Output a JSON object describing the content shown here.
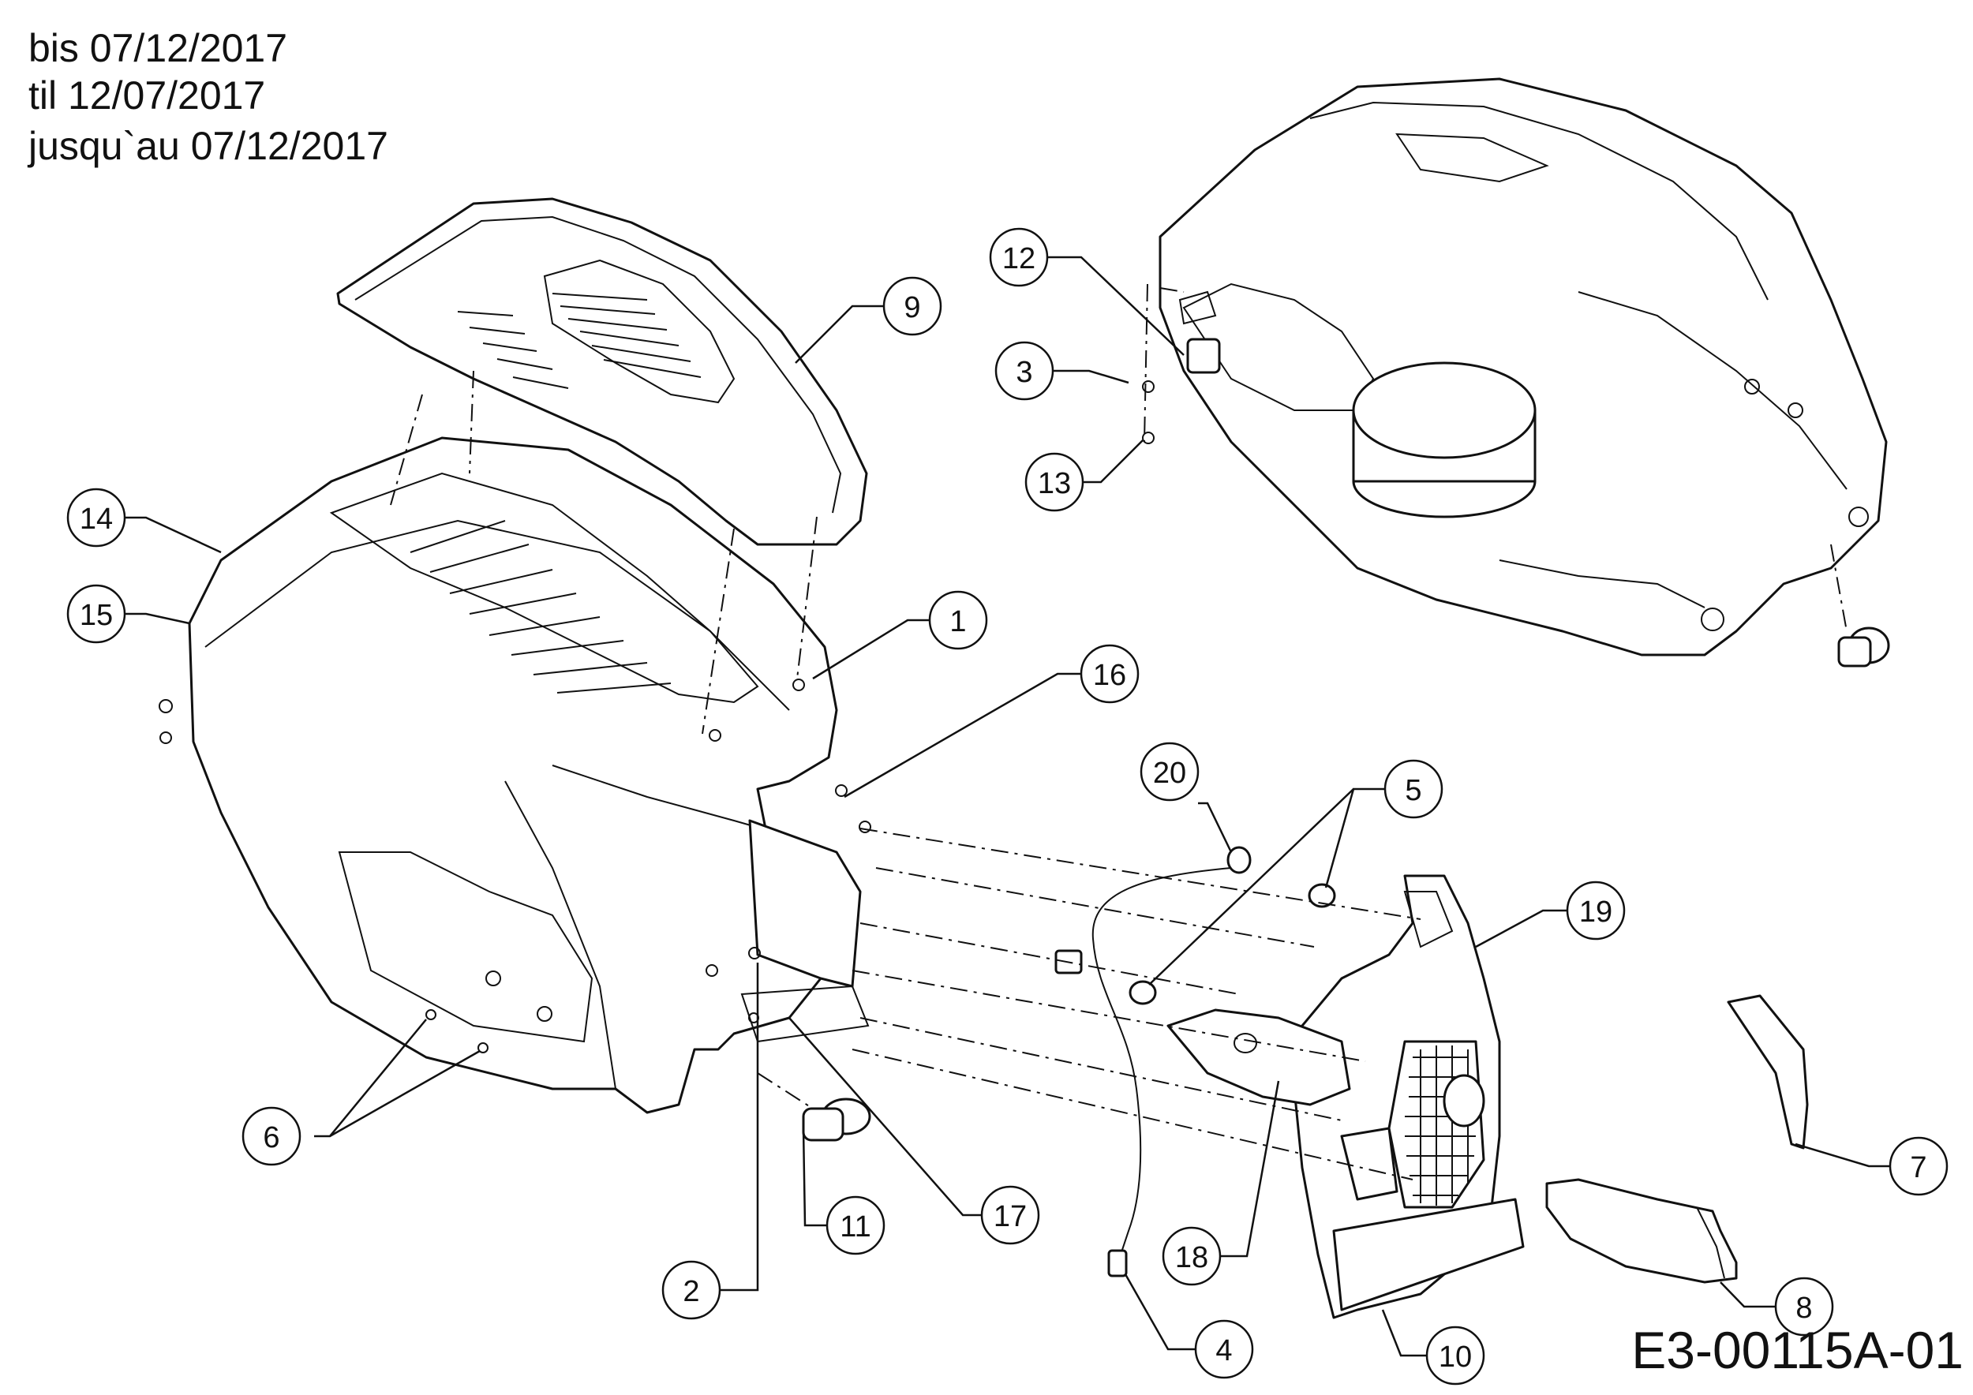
{
  "header": {
    "line1": "bis 07/12/2017",
    "line2": "til 12/07/2017",
    "line3": "jusqu`au 07/12/2017"
  },
  "drawing_code": "E3-00115A-01",
  "callouts": {
    "c1": "1",
    "c2": "2",
    "c3": "3",
    "c4": "4",
    "c5": "5",
    "c6": "6",
    "c7": "7",
    "c8": "8",
    "c9": "9",
    "c10": "10",
    "c11": "11",
    "c12": "12",
    "c13": "13",
    "c14": "14",
    "c15": "15",
    "c16": "16",
    "c17": "17",
    "c18": "18",
    "c19": "19",
    "c20": "20"
  }
}
